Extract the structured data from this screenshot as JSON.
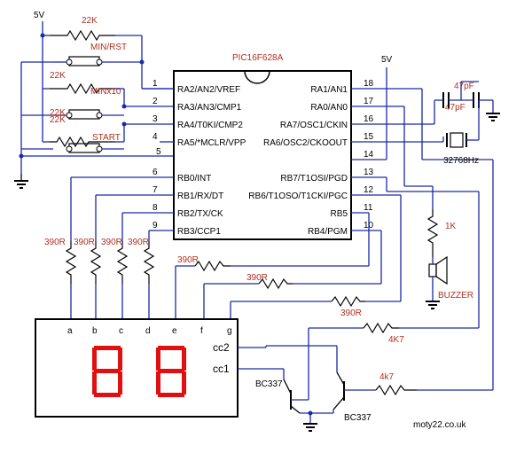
{
  "chip": {
    "name": "PIC16F628A"
  },
  "supply": {
    "label_left": "5V",
    "label_right": "5V"
  },
  "pins_left": [
    {
      "num": "1",
      "name": "RA2/AN2/VREF"
    },
    {
      "num": "2",
      "name": "RA3/AN3/CMP1"
    },
    {
      "num": "3",
      "name": "RA4/T0KI/CMP2"
    },
    {
      "num": "4",
      "name": "RA5/*MCLR/VPP"
    },
    {
      "num": "5",
      "name": ""
    },
    {
      "num": "6",
      "name": "RB0/INT"
    },
    {
      "num": "7",
      "name": "RB1/RX/DT"
    },
    {
      "num": "8",
      "name": "RB2/TX/CK"
    },
    {
      "num": "9",
      "name": "RB3/CCP1"
    }
  ],
  "pins_right": [
    {
      "num": "18",
      "name": "RA1/AN1"
    },
    {
      "num": "17",
      "name": "RA0/AN0"
    },
    {
      "num": "16",
      "name": "RA7/OSC1/CKIN"
    },
    {
      "num": "15",
      "name": "RA6/OSC2/CKOOUT"
    },
    {
      "num": "14",
      "name": ""
    },
    {
      "num": "13",
      "name": "RB7/T1OSI/PGD"
    },
    {
      "num": "12",
      "name": "RB6/T1OSO/T1CKI/PGC"
    },
    {
      "num": "11",
      "name": "RB5"
    },
    {
      "num": "10",
      "name": "RB4/PGM"
    }
  ],
  "buttons": [
    {
      "label": "MIN/RST",
      "resistor": "22K"
    },
    {
      "label": "MINx10",
      "resistor": "22K"
    },
    {
      "label": "START",
      "resistor": "22K"
    }
  ],
  "top_resistor": "22K",
  "capacitors": [
    "47pF",
    "47pF"
  ],
  "crystal": "32768Hz",
  "buzzer": {
    "resistor": "1K",
    "label": "BUZZER"
  },
  "segment_resistors": [
    "390R",
    "390R",
    "390R",
    "390R"
  ],
  "resistor_e": "390R",
  "resistor_f": "390R",
  "resistor_g": "390R",
  "display": {
    "segments": [
      "a",
      "b",
      "c",
      "d",
      "e",
      "f",
      "g"
    ],
    "commons": [
      "cc2",
      "cc1"
    ]
  },
  "base_resistors": [
    "4k7",
    "4K7"
  ],
  "transistors": [
    "BC337",
    "BC337"
  ],
  "credit": "moty22.co.uk"
}
